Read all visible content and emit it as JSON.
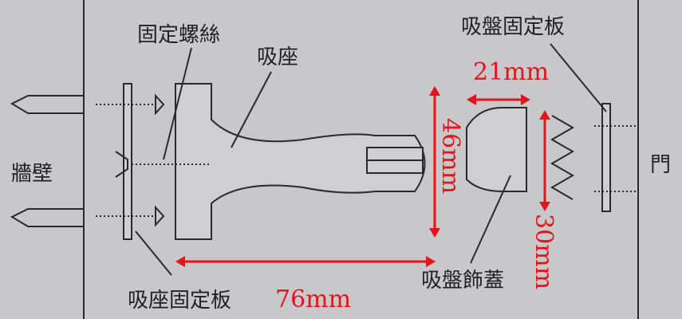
{
  "labels": {
    "fixing_screw": "固定螺絲",
    "base": "吸座",
    "wall": "牆壁",
    "base_plate": "吸座固定板",
    "door_plate": "吸盤固定板",
    "door": "門",
    "cup_cover": "吸盤飾蓋"
  },
  "dimensions": {
    "length": "76mm",
    "height": "46mm",
    "cup_width": "21mm",
    "spring": "30mm"
  },
  "colors": {
    "dimension": "#e3141c",
    "line": "#2a2a2a",
    "background": "#c8c8ca"
  }
}
